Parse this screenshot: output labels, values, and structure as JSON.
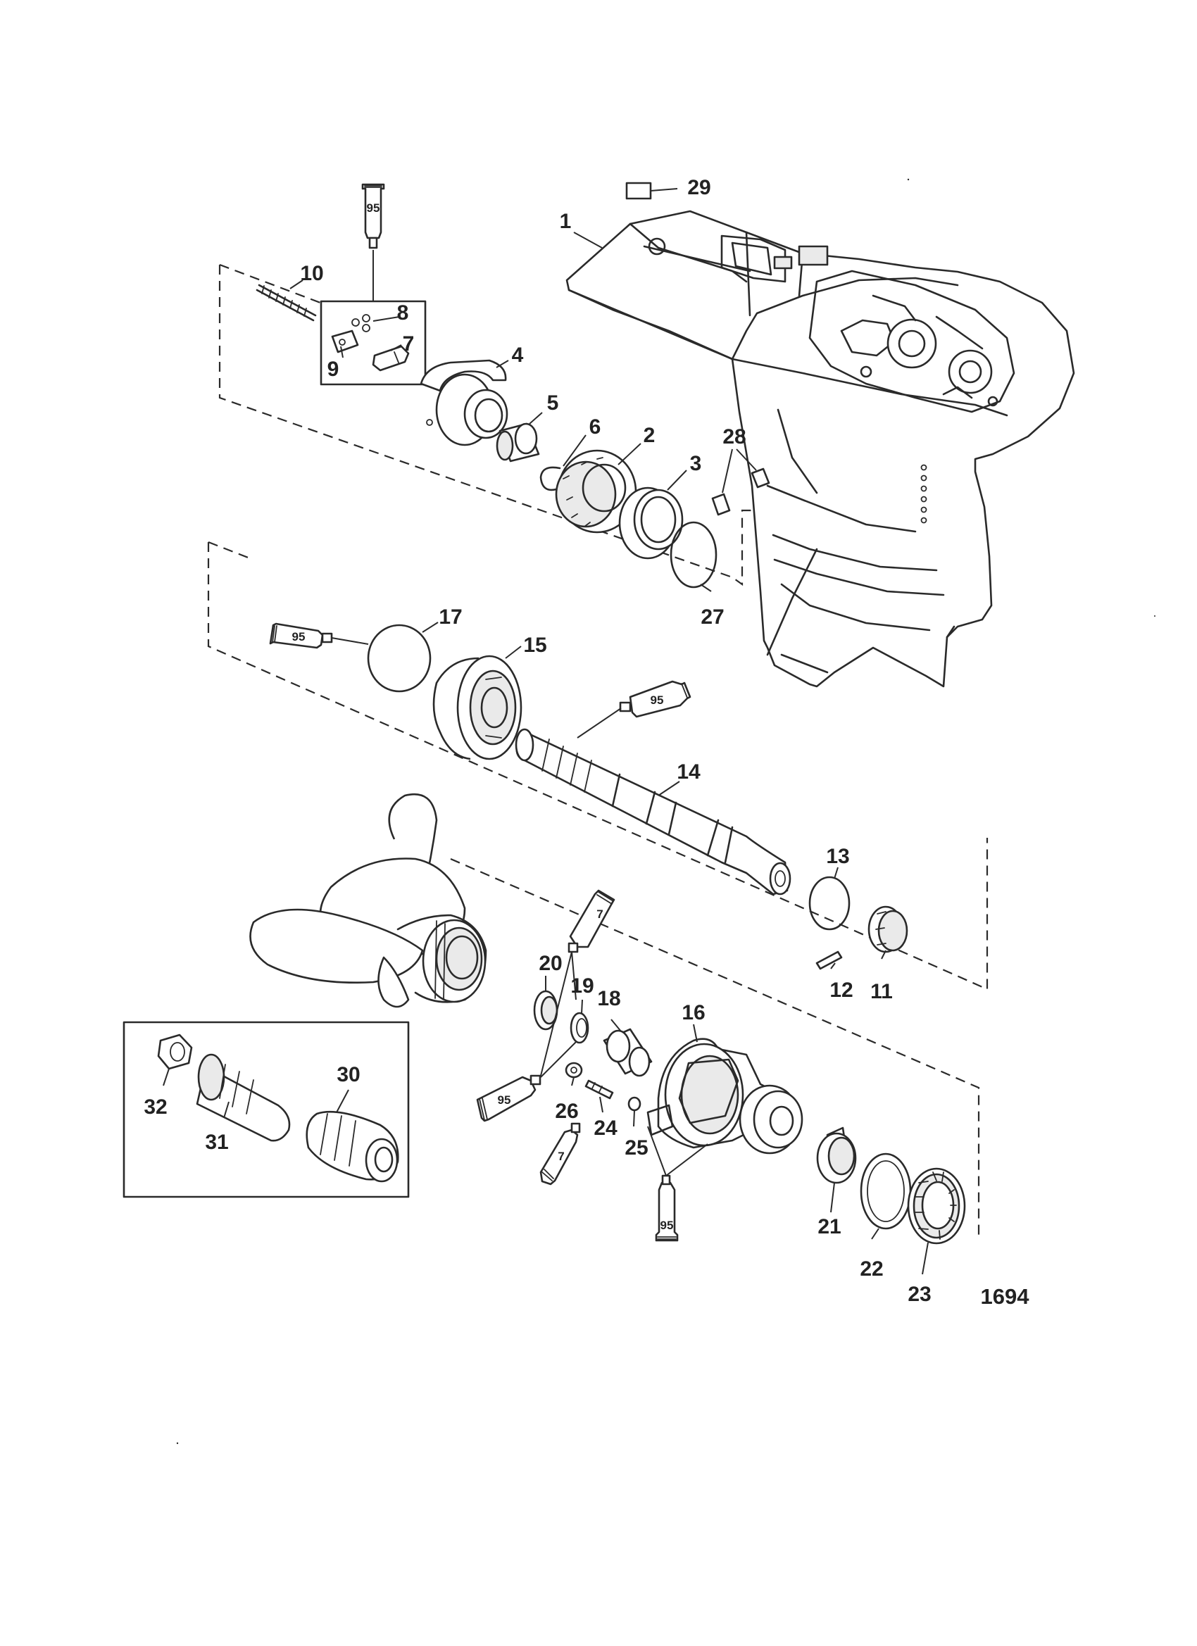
{
  "figure_number": "1694",
  "callouts": [
    {
      "id": "1",
      "text": "1"
    },
    {
      "id": "2",
      "text": "2"
    },
    {
      "id": "3",
      "text": "3"
    },
    {
      "id": "4",
      "text": "4"
    },
    {
      "id": "5",
      "text": "5"
    },
    {
      "id": "6",
      "text": "6"
    },
    {
      "id": "7",
      "text": "7"
    },
    {
      "id": "8",
      "text": "8"
    },
    {
      "id": "9",
      "text": "9"
    },
    {
      "id": "10",
      "text": "10"
    },
    {
      "id": "11",
      "text": "11"
    },
    {
      "id": "12",
      "text": "12"
    },
    {
      "id": "13",
      "text": "13"
    },
    {
      "id": "14",
      "text": "14"
    },
    {
      "id": "15",
      "text": "15"
    },
    {
      "id": "16",
      "text": "16"
    },
    {
      "id": "17",
      "text": "17"
    },
    {
      "id": "18",
      "text": "18"
    },
    {
      "id": "19",
      "text": "19"
    },
    {
      "id": "20",
      "text": "20"
    },
    {
      "id": "21",
      "text": "21"
    },
    {
      "id": "22",
      "text": "22"
    },
    {
      "id": "23",
      "text": "23"
    },
    {
      "id": "24",
      "text": "24"
    },
    {
      "id": "25",
      "text": "25"
    },
    {
      "id": "26",
      "text": "26"
    },
    {
      "id": "27",
      "text": "27"
    },
    {
      "id": "28",
      "text": "28"
    },
    {
      "id": "29",
      "text": "29"
    },
    {
      "id": "30",
      "text": "30"
    },
    {
      "id": "31",
      "text": "31"
    },
    {
      "id": "32",
      "text": "32"
    }
  ],
  "sealant_tubes": [
    {
      "id": "t1",
      "text": "95"
    },
    {
      "id": "t2",
      "text": "95"
    },
    {
      "id": "t3",
      "text": "95"
    },
    {
      "id": "t4",
      "text": "7"
    },
    {
      "id": "t5",
      "text": "95"
    },
    {
      "id": "t6",
      "text": "7"
    },
    {
      "id": "t7",
      "text": "95"
    }
  ]
}
